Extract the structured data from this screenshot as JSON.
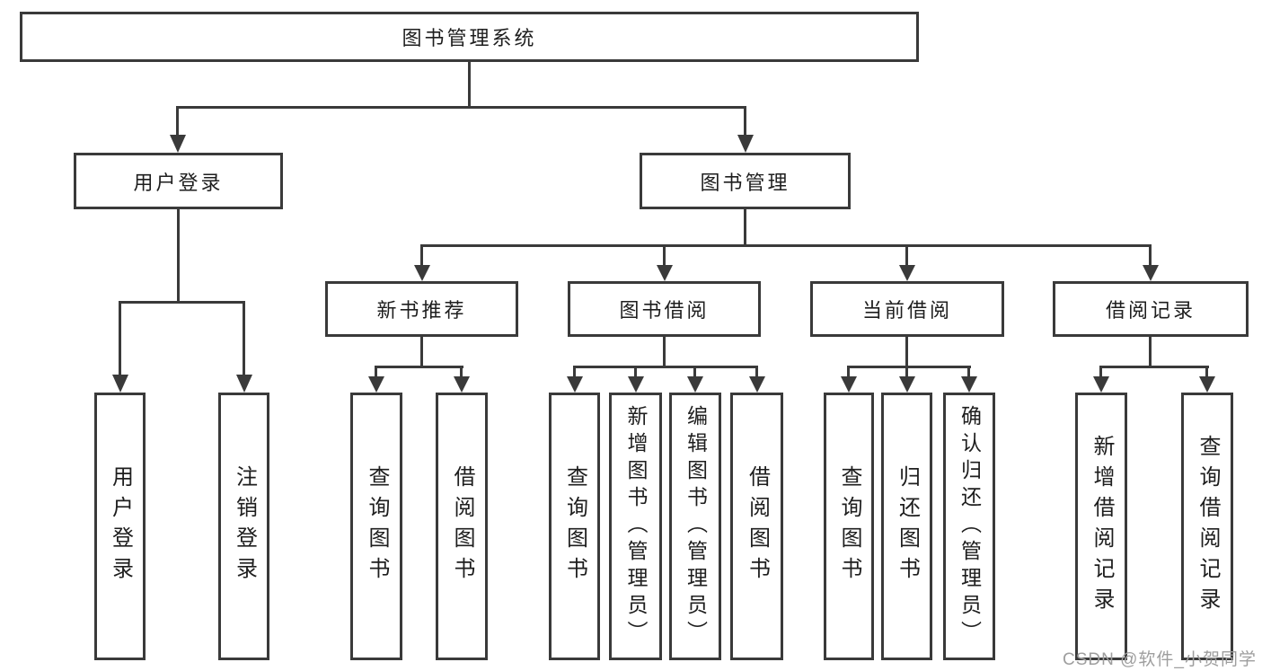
{
  "diagram": {
    "root": {
      "label": "图书管理系统"
    },
    "branches": [
      {
        "label": "用户登录",
        "children": [
          {
            "label": "用户登录"
          },
          {
            "label": "注销登录"
          }
        ]
      },
      {
        "label": "图书管理",
        "children": [
          {
            "label": "新书推荐",
            "children": [
              {
                "label": "查询图书"
              },
              {
                "label": "借阅图书"
              }
            ]
          },
          {
            "label": "图书借阅",
            "children": [
              {
                "label": "查询图书"
              },
              {
                "label": "新增图书（管理员）"
              },
              {
                "label": "编辑图书（管理员）"
              },
              {
                "label": "借阅图书"
              }
            ]
          },
          {
            "label": "当前借阅",
            "children": [
              {
                "label": "查询图书"
              },
              {
                "label": "归还图书"
              },
              {
                "label": "确认归还（管理员）"
              }
            ]
          },
          {
            "label": "借阅记录",
            "children": [
              {
                "label": "新增借阅记录"
              },
              {
                "label": "查询借阅记录"
              }
            ]
          }
        ]
      }
    ]
  },
  "watermark": {
    "text": "CSDN @软件_小贺同学"
  },
  "colors": {
    "line": "#3a3a3a",
    "text": "#1e1e1e",
    "background": "#ffffff",
    "watermark": "#9e9e9e"
  }
}
